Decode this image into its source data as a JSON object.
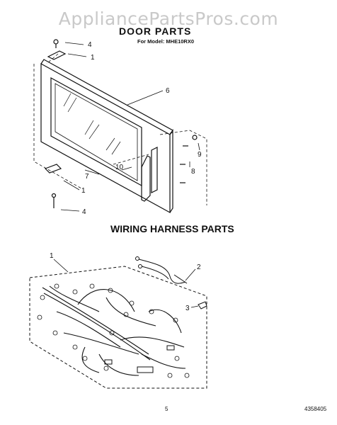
{
  "watermark": "AppliancePartsPros.com",
  "door_section": {
    "title": "DOOR PARTS",
    "model_line": "For Model: MHE10RX0",
    "callouts": [
      "4",
      "1",
      "6",
      "9",
      "8",
      "10",
      "7",
      "1",
      "4"
    ]
  },
  "wiring_section": {
    "title": "WIRING HARNESS PARTS",
    "callouts": [
      "1",
      "2",
      "3"
    ]
  },
  "footer": {
    "page_number": "5",
    "document_number": "4358405"
  }
}
